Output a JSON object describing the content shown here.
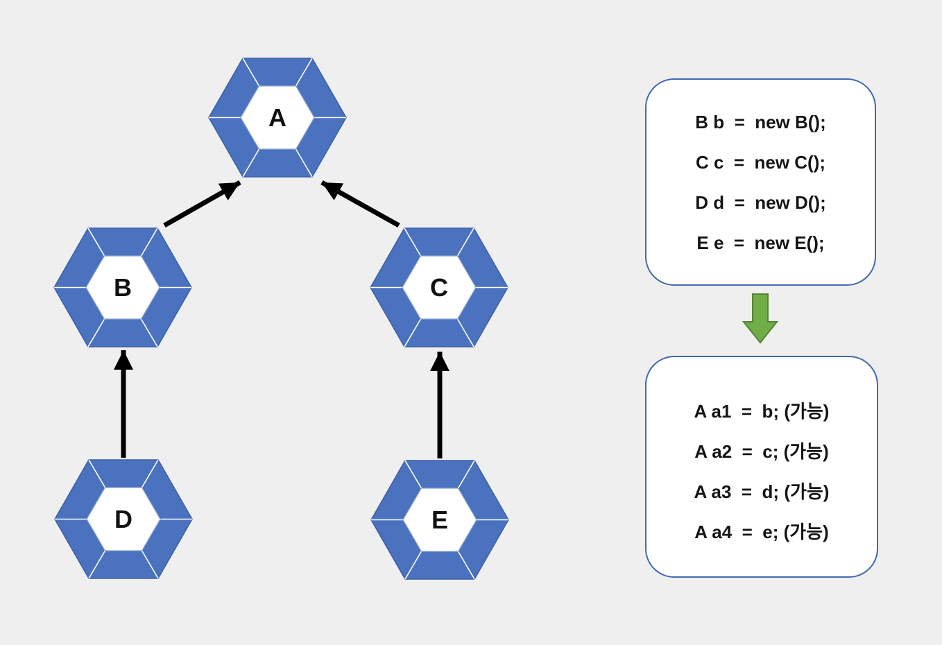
{
  "diagram": {
    "nodes": [
      {
        "id": "A",
        "label": "A"
      },
      {
        "id": "B",
        "label": "B"
      },
      {
        "id": "C",
        "label": "C"
      },
      {
        "id": "D",
        "label": "D"
      },
      {
        "id": "E",
        "label": "E"
      }
    ],
    "edges": [
      {
        "from": "B",
        "to": "A"
      },
      {
        "from": "C",
        "to": "A"
      },
      {
        "from": "D",
        "to": "B"
      },
      {
        "from": "E",
        "to": "C"
      }
    ],
    "colors": {
      "hex_fill": "#4a72bf",
      "hex_stroke": "#3b5fa5",
      "hex_inner_fill": "#ffffff",
      "hex_inner_stroke": "#8fa8cf",
      "hex_divider": "#ffffff",
      "edge_arrow": "#000000",
      "background": "#efeff0"
    }
  },
  "box_declarations": {
    "lines": [
      "B b  =  new B();",
      "C c  =  new C();",
      "D d  =  new D();",
      "E e  =  new E();"
    ],
    "border_color": "#4169ac"
  },
  "transform_arrow": {
    "direction": "down",
    "fill": "#70ad47",
    "stroke": "#548235"
  },
  "box_assignments": {
    "lines": [
      "A a1  =  b; (가능)",
      "A a2  =  c; (가능)",
      "A a3  =  d; (가능)",
      "A a4  =  e; (가능)"
    ],
    "border_color": "#4169ac"
  }
}
